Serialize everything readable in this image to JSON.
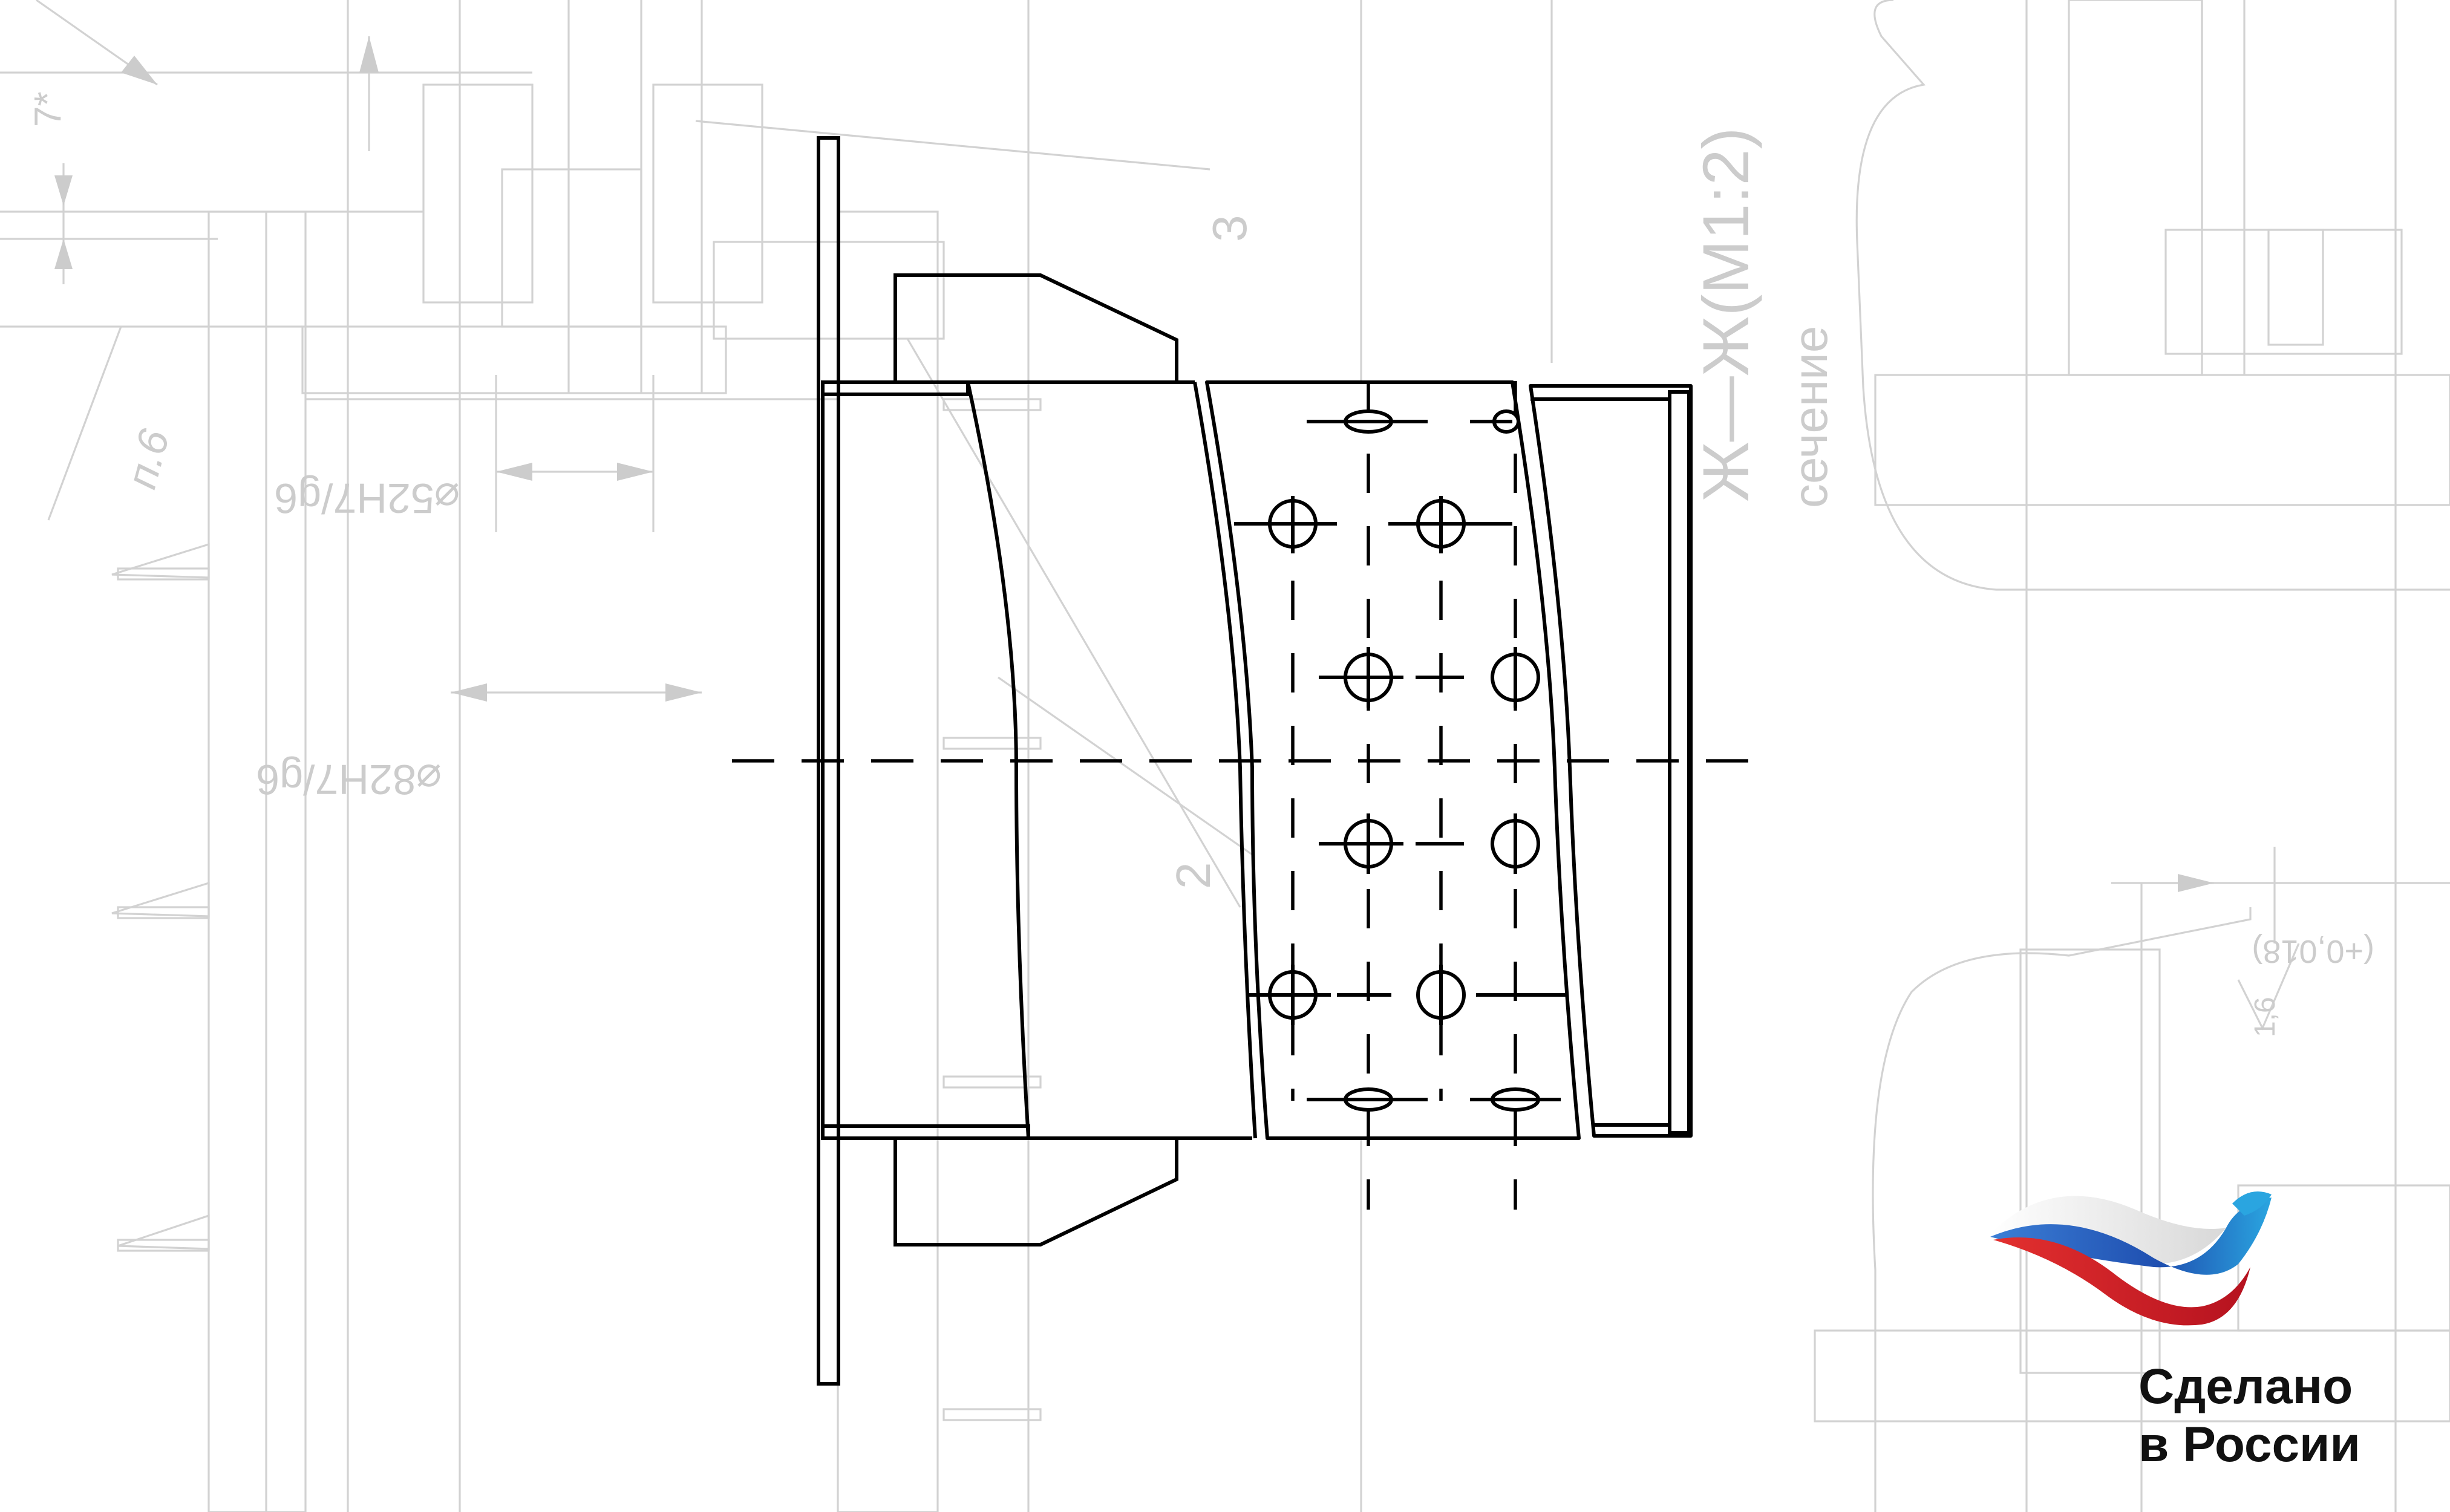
{
  "background_labels": {
    "dim_52": "⌀52H7/g6",
    "dim_82": "⌀82H7/g6",
    "dim_7": "7*",
    "note_p6": "п.6",
    "number_3": "3",
    "number_2": "2",
    "section_title": "Ж—Ж(М1:2)",
    "section_word": "сечение",
    "roughness": "1,6",
    "tolerance": "(+0,018)"
  },
  "logo": {
    "line1": "Сделано",
    "line2": "в России",
    "colors": {
      "white": "#f2f2f2",
      "blue": "#1f55b8",
      "red": "#d91e2a",
      "light_blue": "#2aa5e0"
    }
  },
  "drawing": {
    "line_color": "#000000",
    "background_color": "#d2d2d2"
  }
}
